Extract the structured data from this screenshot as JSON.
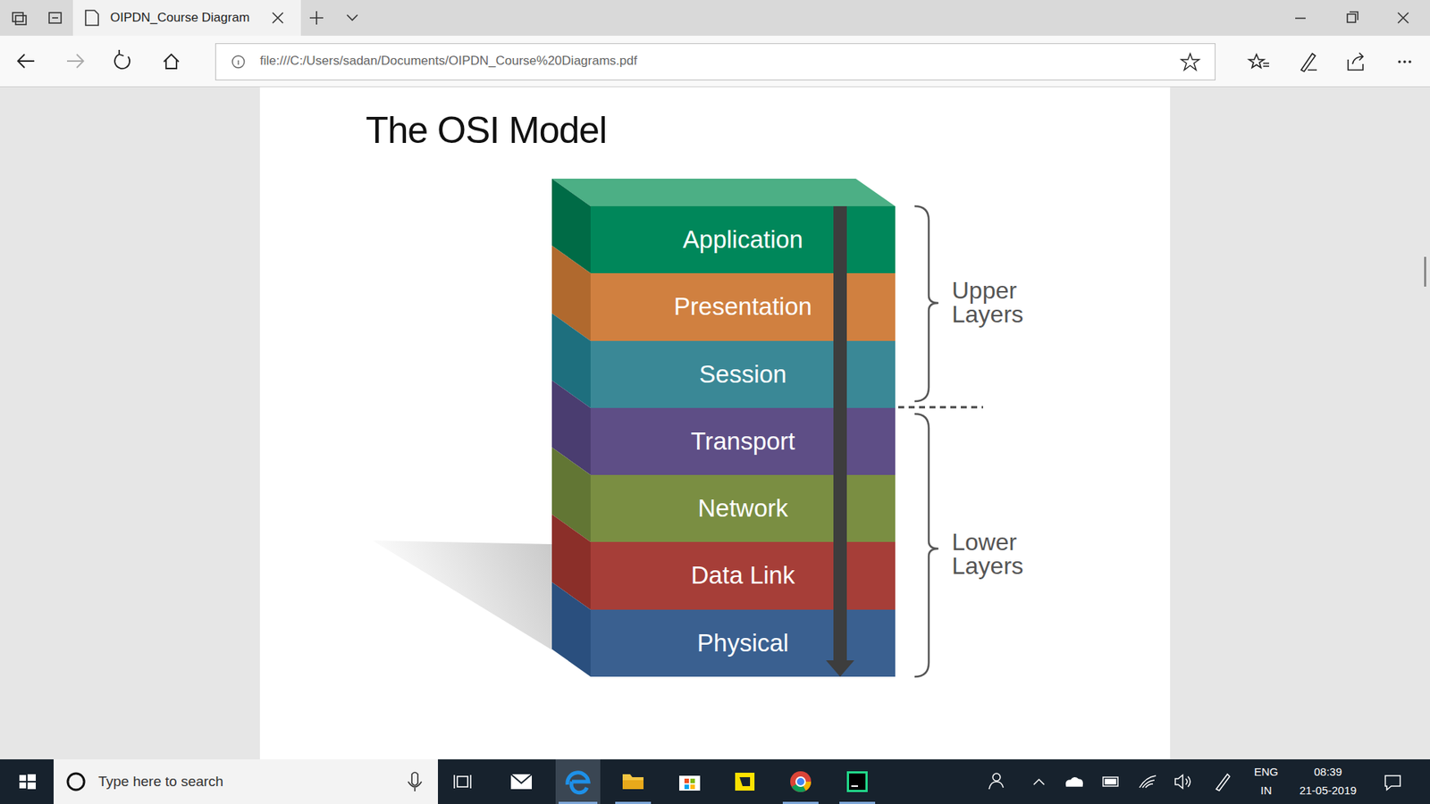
{
  "diagram": {
    "title": "The OSI Model",
    "nodes": [
      {
        "text": [
          "Application"
        ]
      },
      {
        "text": [
          "Presentation"
        ]
      },
      {
        "text": [
          "Session"
        ]
      },
      {
        "text": [
          "Transport"
        ]
      },
      {
        "text": [
          "Network"
        ]
      },
      {
        "text": [
          "Data Link"
        ]
      },
      {
        "text": [
          "Physical"
        ]
      }
    ],
    "edges": [
      {
        "from": 0,
        "to": 6,
        "arrow": "to"
      }
    ],
    "labels": [
      "OIPDN_Course Diagram",
      "file:///C:/Users/sadan/Documents/OIPDN_Course%20Diagrams.pdf",
      "Upper Layers",
      "Lower Layers",
      "Type here to search",
      "ENG",
      "IN",
      "08:39",
      "21-05-2019"
    ]
  }
}
